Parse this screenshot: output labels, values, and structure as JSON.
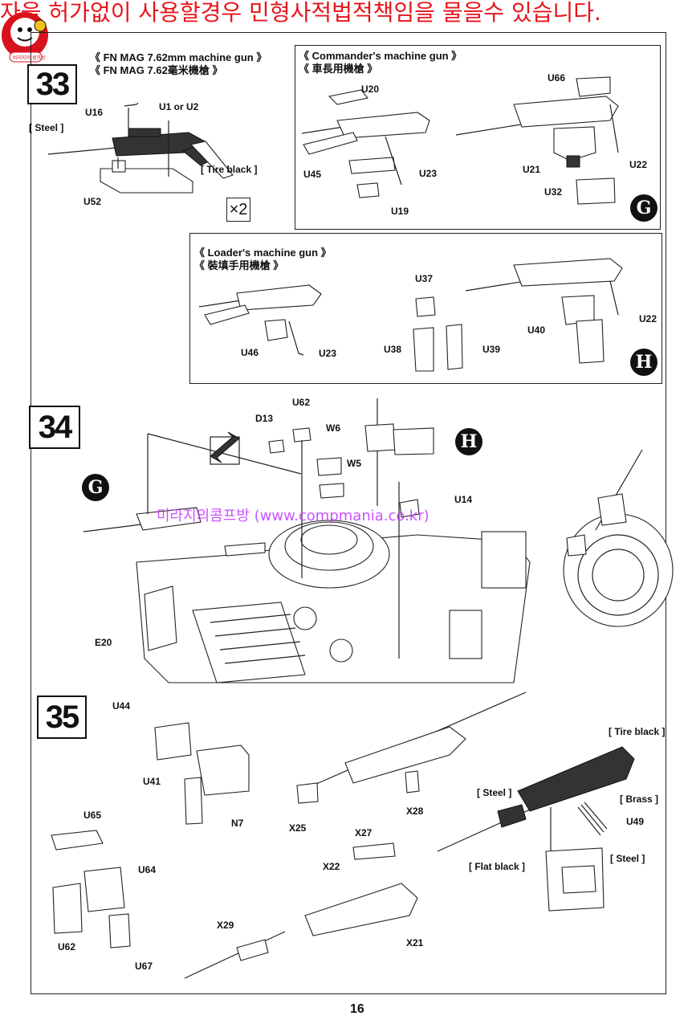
{
  "banner": {
    "text": "자을 허가없이 사용할경우 민형사적법적책임을 물을수 있습니다."
  },
  "logo": {
    "label": "비리지의 콤프방"
  },
  "watermark": {
    "text": "미라지의콤프방 (www.compmania.co.kr)"
  },
  "steps": {
    "s33": {
      "number": "33",
      "title_en": "《 FN MAG 7.62mm machine gun 》",
      "title_zh": "《 FN MAG 7.62毫米機槍 》",
      "labels": {
        "u16": "U16",
        "u1u2": "U1 or U2",
        "steel": "[ Steel ]",
        "tire": "[ Tire black ]",
        "u52": "U52"
      },
      "multiplier": "×2",
      "commander": {
        "title_en": "《 Commander's machine gun 》",
        "title_zh": "《 車長用機槍 》",
        "labels": {
          "u20": "U20",
          "u66": "U66",
          "u45": "U45",
          "u23": "U23",
          "u19": "U19",
          "u21": "U21",
          "u22": "U22",
          "u32": "U32"
        },
        "badge": "G"
      },
      "loader": {
        "title_en": "《 Loader's machine gun 》",
        "title_zh": "《 裝填手用機槍 》",
        "labels": {
          "u37": "U37",
          "u46": "U46",
          "u23": "U23",
          "u38": "U38",
          "u39": "U39",
          "u40": "U40",
          "u22": "U22"
        },
        "badge": "H"
      }
    },
    "s34": {
      "number": "34",
      "labels": {
        "u62": "U62",
        "d13": "D13",
        "w6": "W6",
        "w5": "W5",
        "u14": "U14",
        "e20": "E20"
      },
      "badge_g": "G",
      "badge_h": "H"
    },
    "s35": {
      "number": "35",
      "labels": {
        "u44": "U44",
        "u41": "U41",
        "n7": "N7",
        "u65": "U65",
        "u64": "U64",
        "u62": "U62",
        "u67": "U67",
        "x25": "X25",
        "x28": "X28",
        "x27": "X27",
        "x22": "X22",
        "x29": "X29",
        "x21": "X21",
        "tire": "[ Tire black ]",
        "steel1": "[ Steel ]",
        "brass": "[ Brass ]",
        "u49": "U49",
        "steel2": "[ Steel ]",
        "flat": "[ Flat black ]"
      }
    }
  },
  "page_number": "16"
}
